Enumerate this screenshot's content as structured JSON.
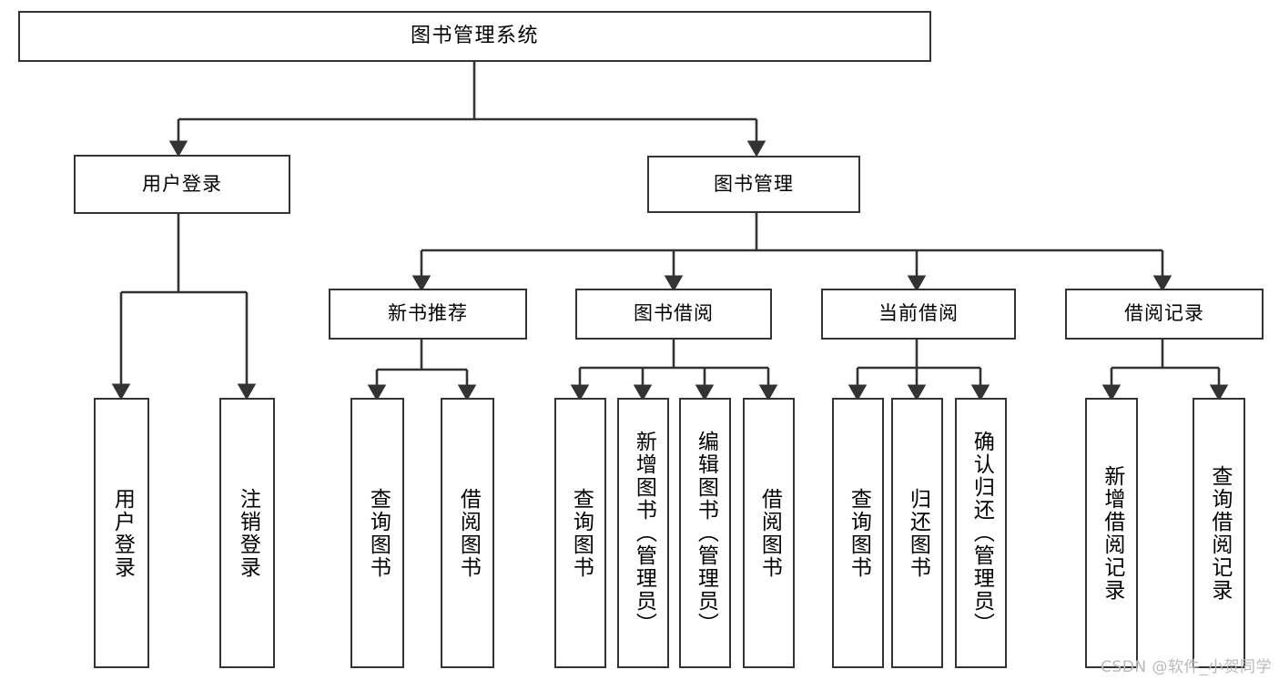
{
  "diagram": {
    "type": "tree-hierarchy-chart",
    "title": "图书管理系统",
    "stroke_color": "#333333",
    "fill_color": "#ffffff",
    "text_color": "#000000",
    "watermark": "CSDN @软件_小贺同学",
    "levels": [
      {
        "level": 1,
        "nodes": [
          {
            "id": "root",
            "label": "图书管理系统"
          }
        ]
      },
      {
        "level": 2,
        "nodes": [
          {
            "id": "login",
            "label": "用户登录",
            "parent": "root"
          },
          {
            "id": "bookmgmt",
            "label": "图书管理",
            "parent": "root"
          }
        ]
      },
      {
        "level": 3,
        "nodes": [
          {
            "id": "newbook",
            "label": "新书推荐",
            "parent": "bookmgmt"
          },
          {
            "id": "borrow",
            "label": "图书借阅",
            "parent": "bookmgmt"
          },
          {
            "id": "current",
            "label": "当前借阅",
            "parent": "bookmgmt"
          },
          {
            "id": "records",
            "label": "借阅记录",
            "parent": "bookmgmt"
          }
        ]
      },
      {
        "level": 4,
        "nodes": [
          {
            "id": "leaf1",
            "label": "用户登录",
            "parent": "login"
          },
          {
            "id": "leaf2",
            "label": "注销登录",
            "parent": "login"
          },
          {
            "id": "leaf3",
            "label": "查询图书",
            "parent": "newbook"
          },
          {
            "id": "leaf4",
            "label": "借阅图书",
            "parent": "newbook"
          },
          {
            "id": "leaf5",
            "label": "查询图书",
            "parent": "borrow"
          },
          {
            "id": "leaf6",
            "label": "新增图书（管理员）",
            "parent": "borrow"
          },
          {
            "id": "leaf7",
            "label": "编辑图书（管理员）",
            "parent": "borrow"
          },
          {
            "id": "leaf8",
            "label": "借阅图书",
            "parent": "borrow"
          },
          {
            "id": "leaf9",
            "label": "查询图书",
            "parent": "current"
          },
          {
            "id": "leaf10",
            "label": "归还图书",
            "parent": "current"
          },
          {
            "id": "leaf11",
            "label": "确认归还（管理员）",
            "parent": "current"
          },
          {
            "id": "leaf12",
            "label": "新增借阅记录",
            "parent": "records"
          },
          {
            "id": "leaf13",
            "label": "查询借阅记录",
            "parent": "records"
          }
        ]
      }
    ]
  }
}
